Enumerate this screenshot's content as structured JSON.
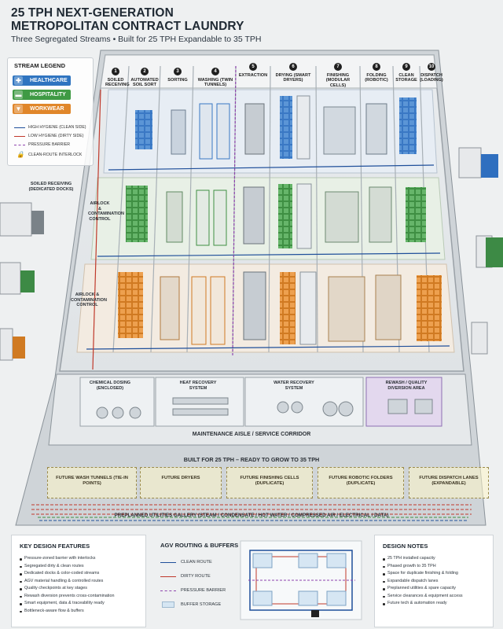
{
  "header": {
    "title": "25 TPH NEXT-GENERATION METROPOLITAN CONTRACT LAUNDRY",
    "subtitle": "Three Segregated Streams  •  Built for 25 TPH Expandable to 35 TPH"
  },
  "legend": {
    "title": "STREAM LEGEND",
    "streams": [
      {
        "label": "HEALTHCARE",
        "color": "#2f74c0",
        "icon": "plus-icon"
      },
      {
        "label": "HOSPITALITY",
        "color": "#3f9a44",
        "icon": "bed-icon"
      },
      {
        "label": "WORKWEAR",
        "color": "#e0862a",
        "icon": "shirt-icon"
      }
    ],
    "lines": [
      {
        "label": "HIGH HYGIENE (CLEAN SIDE)",
        "color": "#1f4f9a"
      },
      {
        "label": "LOW HYGIENE (DIRTY SIDE)",
        "color": "#c0392b"
      },
      {
        "label": "PRESSURE BARRIER",
        "color": "#8e44ad"
      },
      {
        "label": "CLEAN-ROUTE INTERLOCK",
        "color": "#222222"
      }
    ]
  },
  "steps": [
    {
      "num": "1",
      "label": "SOILED RECEIVING"
    },
    {
      "num": "2",
      "label": "AUTOMATED SOIL SORT"
    },
    {
      "num": "3",
      "label": "SORTING"
    },
    {
      "num": "4",
      "label": "WASHING (TWIN TUNNELS)"
    },
    {
      "num": "5",
      "label": "EXTRACTION"
    },
    {
      "num": "6",
      "label": "DRYING (SMART DRYERS)"
    },
    {
      "num": "7",
      "label": "FINISHING (MODULAR CELLS)"
    },
    {
      "num": "8",
      "label": "FOLDING (ROBOTIC)"
    },
    {
      "num": "9",
      "label": "CLEAN STORAGE"
    },
    {
      "num": "10",
      "label": "DISPATCH (LOADING)"
    }
  ],
  "zones": {
    "soiled_docks": "SOILED RECEIVING (DEDICATED DOCKS)",
    "airlock_1": "AIRLOCK & CONTAMINATION CONTROL",
    "airlock_2": "AIRLOCK & CONTAMINATION CONTROL",
    "chemical": "CHEMICAL DOSING (ENCLOSED)",
    "heat": "HEAT RECOVERY SYSTEM",
    "water": "WATER RECOVERY SYSTEM",
    "rewash": "REWASH / QUALITY DIVERSION AREA",
    "corridor": "MAINTENANCE AISLE / SERVICE CORRIDOR"
  },
  "expansion": {
    "title": "BUILT FOR 25 TPH – READY TO GROW TO 35 TPH",
    "boxes": [
      "FUTURE WASH TUNNELS (TIE-IN POINTS)",
      "FUTURE DRYERS",
      "FUTURE FINISHING CELLS (DUPLICATE)",
      "FUTURE ROBOTIC FOLDERS (DUPLICATE)",
      "FUTURE DISPATCH LANES (EXPANDABLE)"
    ],
    "utilities": "PREPLANNED UTILITIES GALLERY (STEAM / CONDENSATE / HOT WATER / COMPRESSED AIR / ELECTRICAL / DATA)"
  },
  "features": {
    "title": "KEY DESIGN FEATURES",
    "items": [
      "Pressure-zoned barrier with interlocks",
      "Segregated dirty & clean routes",
      "Dedicated docks & color-coded streams",
      "AGV material handling & controlled routes",
      "Quality checkpoints at key stages",
      "Rewash diversion prevents cross-contamination",
      "Smart equipment, data & traceability ready",
      "Bottleneck-aware flow & buffers"
    ]
  },
  "agv": {
    "title": "AGV ROUTING & BUFFERS",
    "rows": [
      {
        "label": "CLEAN ROUTE",
        "color": "#1f4f9a",
        "kind": "line"
      },
      {
        "label": "DIRTY ROUTE",
        "color": "#c0392b",
        "kind": "line"
      },
      {
        "label": "PRESSURE BARRIER",
        "color": "#8e44ad",
        "kind": "dash"
      },
      {
        "label": "BUFFER STORAGE",
        "color": "#d6e6f3",
        "kind": "box"
      }
    ]
  },
  "notes": {
    "title": "DESIGN NOTES",
    "items": [
      "25 TPH installed capacity",
      "Phased growth to 35 TPH",
      "Space for duplicate finishing & folding",
      "Expandable dispatch lanes",
      "Preplanned utilities & spare capacity",
      "Service clearances & equipment access",
      "Future tech & automation ready"
    ]
  }
}
